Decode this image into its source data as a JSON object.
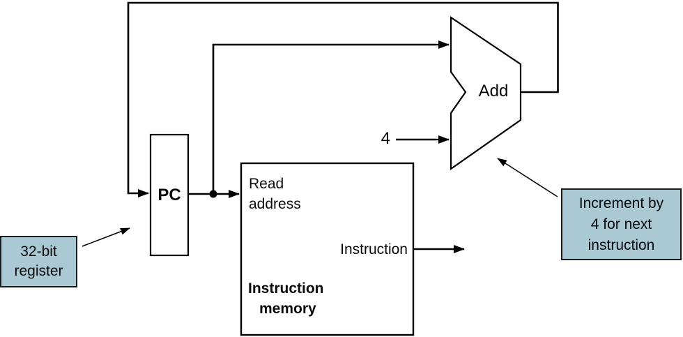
{
  "diagram": {
    "labels": {
      "pc": "PC",
      "add": "Add",
      "four": "4",
      "read_line1": "Read",
      "read_line2": "address",
      "instruction_output": "Instruction",
      "memory_line1": "Instruction",
      "memory_line2": "memory"
    },
    "callouts": {
      "register": {
        "line1": "32-bit",
        "line2": "register"
      },
      "increment": {
        "line1": "Increment by",
        "line2": "4 for next",
        "line3": "instruction"
      }
    },
    "colors": {
      "line": "#000000",
      "box_fill": "#ffffff",
      "callout_fill": "#aac9d4",
      "callout_border": "#1a1a1a",
      "text": "#0a0a0a"
    }
  }
}
